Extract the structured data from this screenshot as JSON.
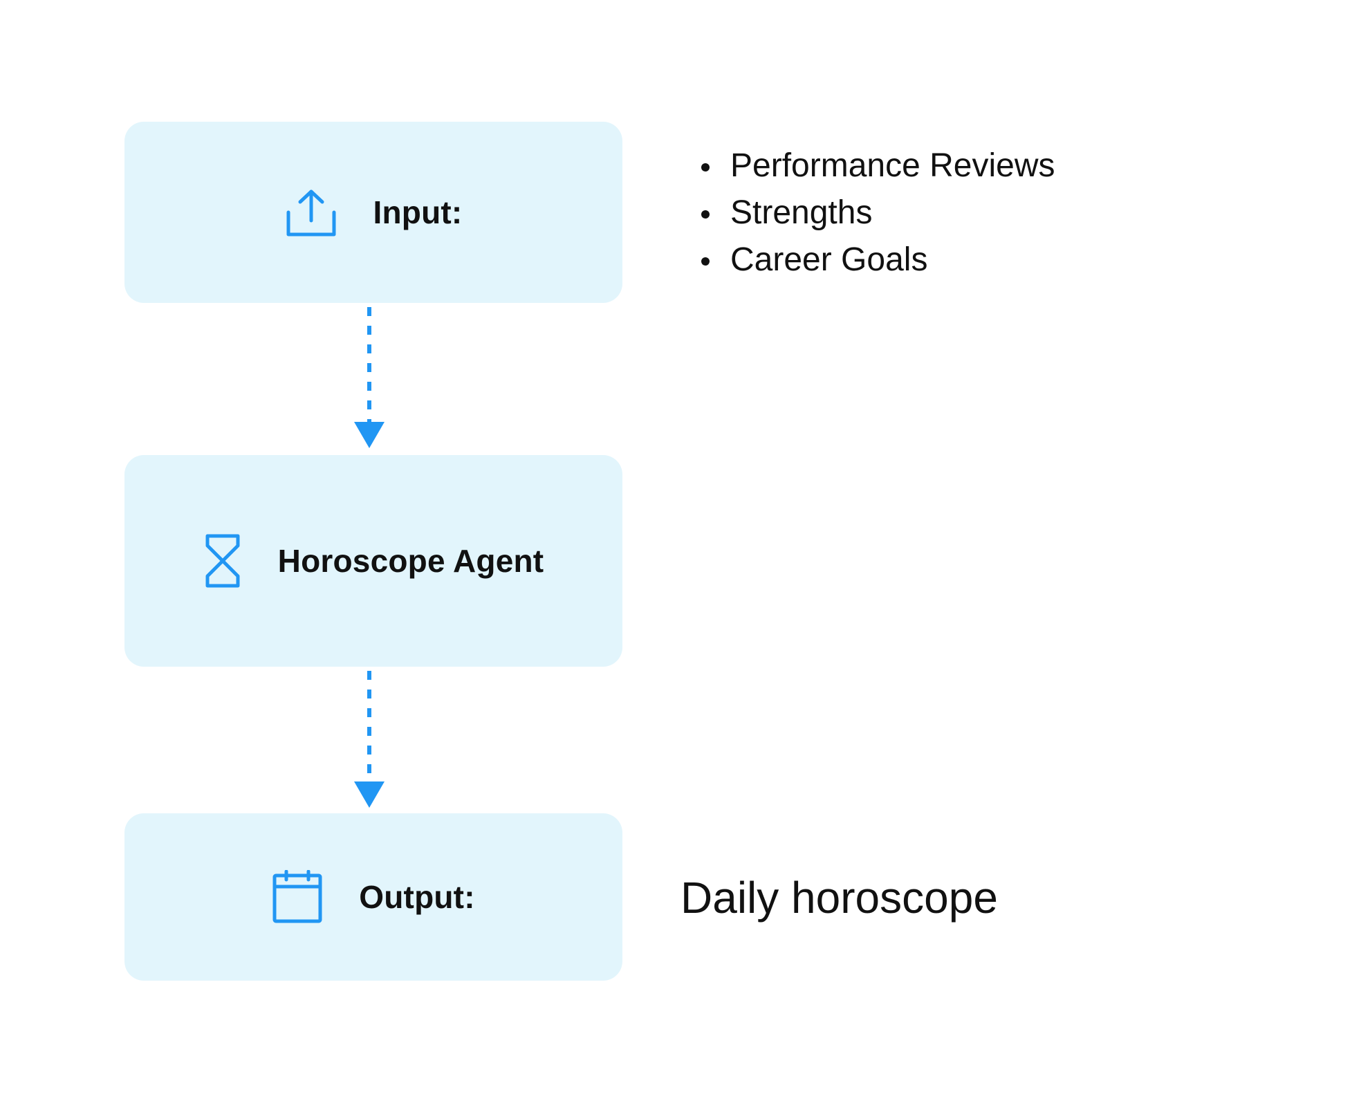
{
  "colors": {
    "box_background": "#E2F5FC",
    "accent": "#2196F3",
    "text": "#111111"
  },
  "nodes": [
    {
      "label": "Input:",
      "icon": "upload-icon"
    },
    {
      "label": "Horoscope Agent",
      "icon": "hourglass-icon"
    },
    {
      "label": "Output:",
      "icon": "calendar-icon"
    }
  ],
  "input_items": [
    "Performance Reviews",
    "Strengths",
    "Career Goals"
  ],
  "output_text": "Daily horoscope"
}
